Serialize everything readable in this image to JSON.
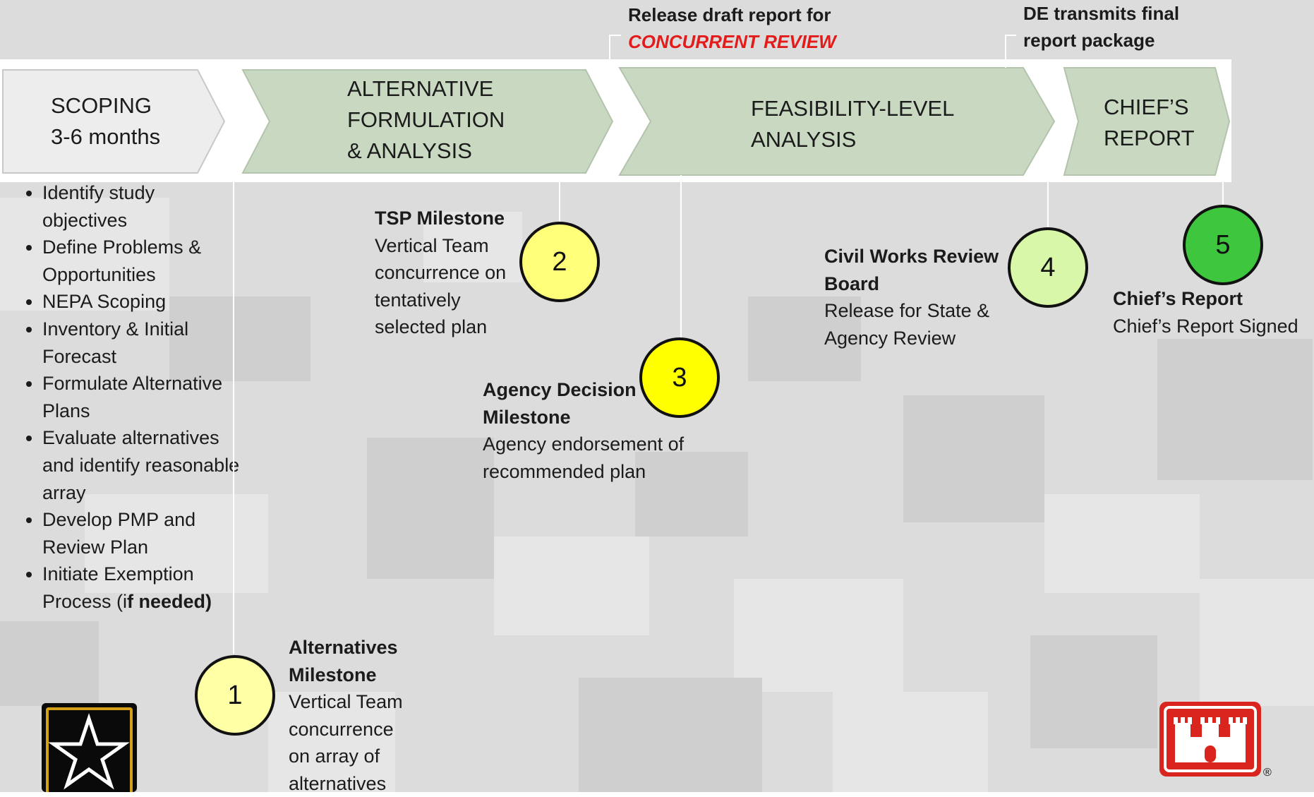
{
  "phases": {
    "scoping": {
      "line1": "SCOPING",
      "line2": "3-6 months"
    },
    "alternative": {
      "line1": "ALTERNATIVE",
      "line2": "FORMULATION",
      "line3": "& ANALYSIS"
    },
    "feasibility": {
      "line1": "FEASIBILITY-LEVEL",
      "line2": "ANALYSIS"
    },
    "chiefs": {
      "line1": "CHIEF’S",
      "line2": "REPORT"
    }
  },
  "scoping_tasks": [
    "Identify study objectives",
    "Define Problems & Opportunities",
    "NEPA Scoping",
    "Inventory & Initial Forecast",
    "Formulate Alternative Plans",
    "Evaluate alternatives and identify reasonable array",
    "Develop PMP and Review Plan"
  ],
  "scoping_last_task": {
    "prefix": "Initiate Exemption Process (i",
    "bold": "f needed)"
  },
  "top_notes": {
    "release": {
      "line1": "Release draft report for",
      "line2": "CONCURRENT REVIEW"
    },
    "transmit": {
      "line1": "DE transmits final",
      "line2": "report package"
    }
  },
  "milestones": [
    {
      "number": "1",
      "title_line1": "Alternatives",
      "title_line2": "Milestone",
      "desc": [
        "Vertical Team",
        "concurrence",
        "on array of",
        "alternatives"
      ],
      "color": "#ffffa6"
    },
    {
      "number": "2",
      "title_line1": "TSP Milestone",
      "title_line2": "",
      "desc": [
        "Vertical Team",
        "concurrence on",
        "tentatively",
        "selected plan"
      ],
      "color": "#ffff7a"
    },
    {
      "number": "3",
      "title_line1": "Agency Decision",
      "title_line2": "Milestone",
      "desc": [
        "Agency endorsement of",
        "recommended plan"
      ],
      "color": "#ffff00"
    },
    {
      "number": "4",
      "title_line1": "Civil Works Review",
      "title_line2": "Board",
      "desc": [
        "Release for State &",
        "Agency Review"
      ],
      "color": "#d9f7a8"
    },
    {
      "number": "5",
      "title_line1": "Chief’s Report",
      "title_line2": "",
      "desc": [
        "Chief’s Report Signed"
      ],
      "color": "#3ec63e"
    }
  ],
  "trademark": "®",
  "colors": {
    "chevron_first": "#ededed",
    "chevron_green": "#c9d9c1",
    "accent_red": "#e31b1b"
  }
}
